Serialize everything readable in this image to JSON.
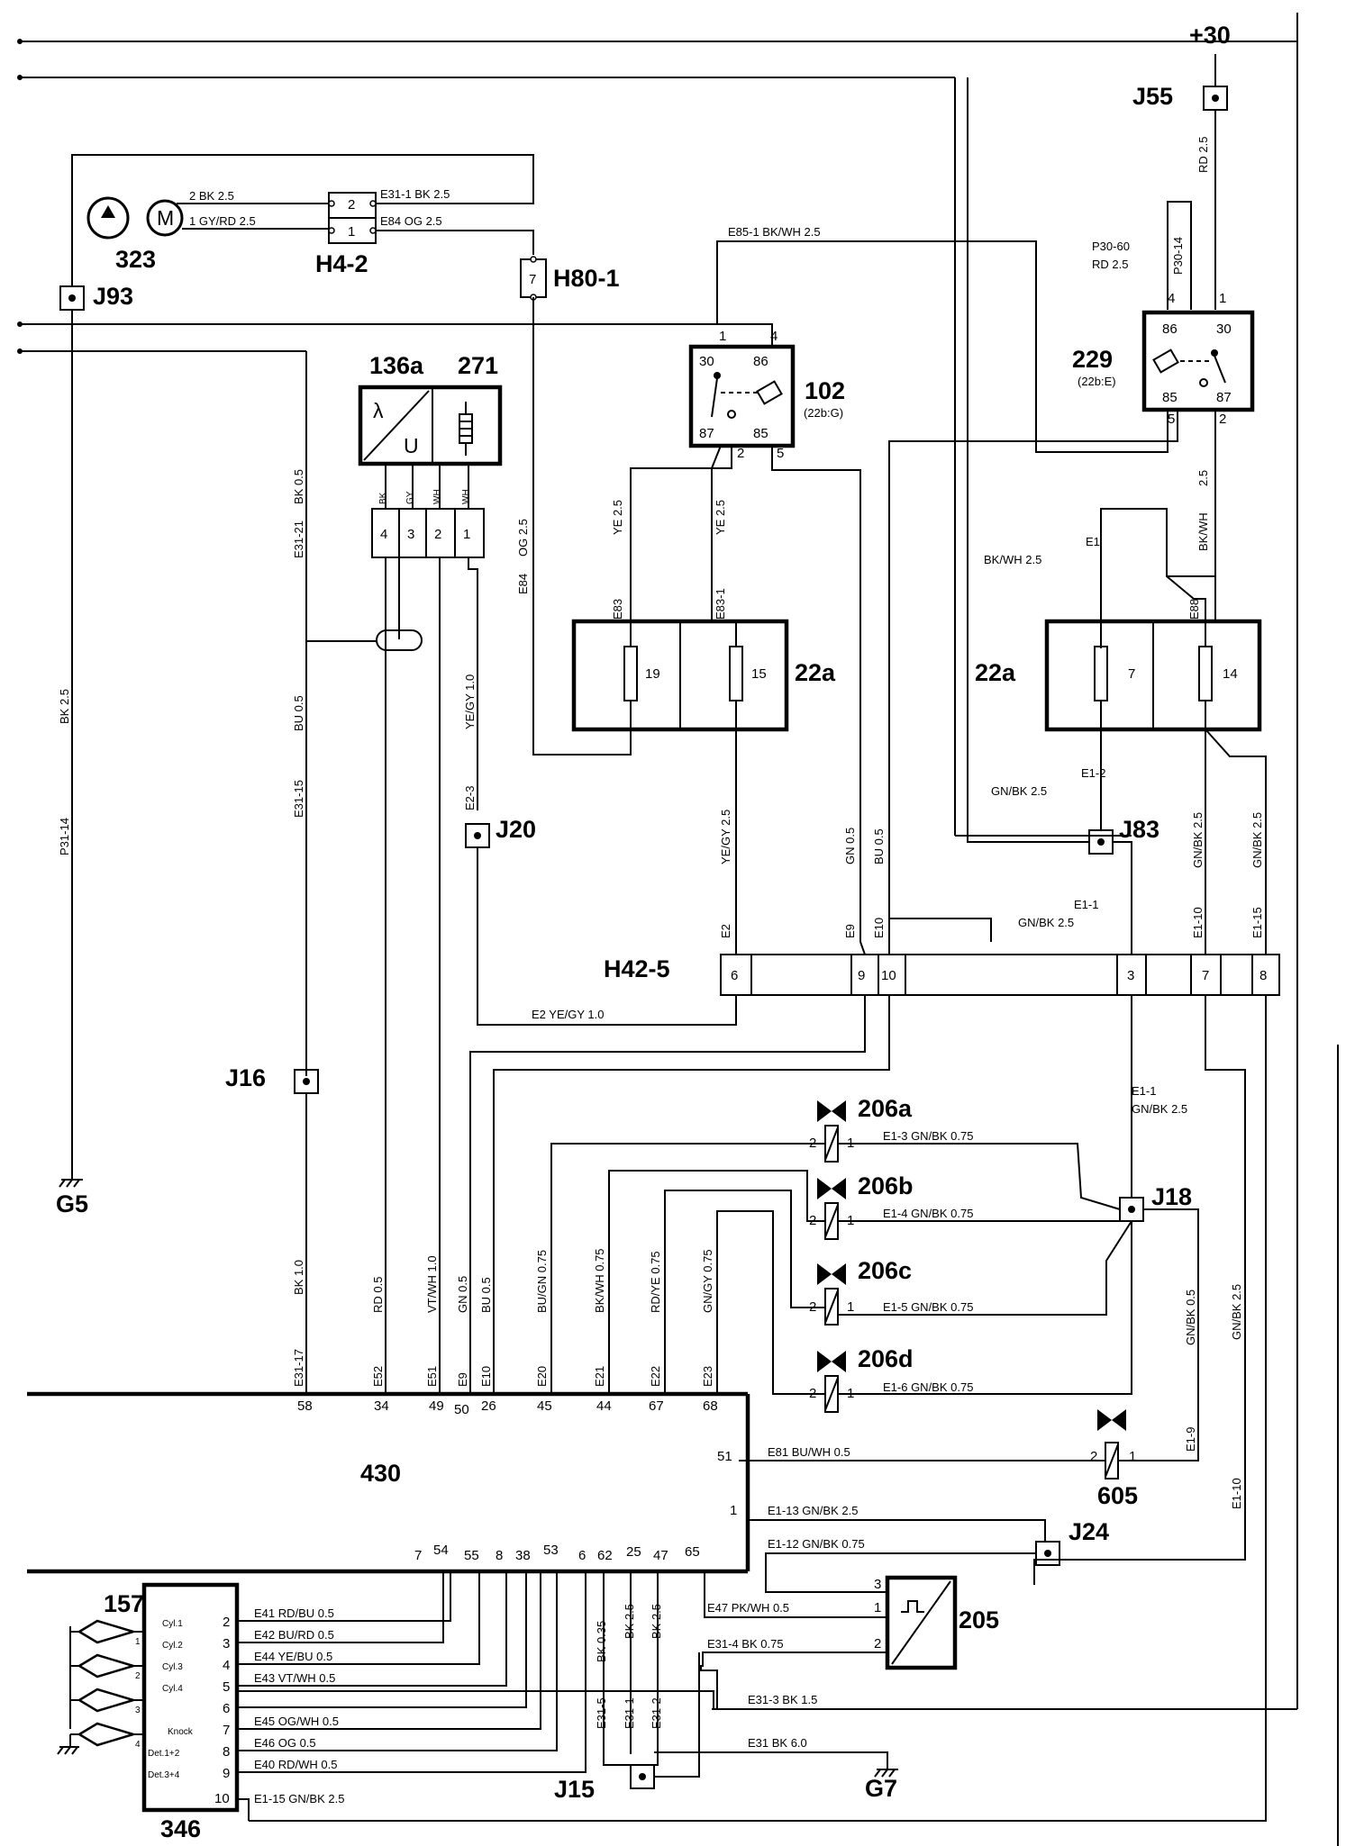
{
  "power": {
    "label": "+30"
  },
  "components": {
    "fuel_pump": {
      "id": "323"
    },
    "connector_h4_2": {
      "id": "H4-2",
      "pins": [
        "2",
        "1"
      ]
    },
    "connector_h80_1": {
      "id": "H80-1",
      "pin": "7"
    },
    "sensor_136a": {
      "id": "136a",
      "symbol_top": "λ",
      "symbol_bottom": "U"
    },
    "heater_271": {
      "id": "271"
    },
    "sensor_connector": {
      "pins": [
        "4",
        "3",
        "2",
        "1"
      ],
      "colors": [
        "BK",
        "GY",
        "WH",
        "WH"
      ]
    },
    "relay_102": {
      "id": "102",
      "ref": "(22b:G)",
      "pins": [
        "30",
        "86",
        "87",
        "85"
      ],
      "term": [
        "1",
        "4",
        "2",
        "5"
      ]
    },
    "relay_229": {
      "id": "229",
      "ref": "(22b:E)",
      "pins": [
        "86",
        "30",
        "85",
        "87"
      ],
      "term": [
        "4",
        "1",
        "5",
        "2"
      ]
    },
    "fusebox_left": {
      "id": "22a",
      "fuses": [
        "19",
        "15"
      ]
    },
    "fusebox_right": {
      "id": "22a",
      "fuses": [
        "7",
        "14"
      ]
    },
    "connector_h42_5": {
      "id": "H42-5",
      "pins": [
        "6",
        "9",
        "10",
        "3",
        "7",
        "8"
      ]
    },
    "injectors": [
      {
        "id": "206a"
      },
      {
        "id": "206b"
      },
      {
        "id": "206c"
      },
      {
        "id": "206d"
      }
    ],
    "injector_pins": [
      "2",
      "1"
    ],
    "valve_605": {
      "id": "605",
      "pins": [
        "2",
        "1"
      ]
    },
    "ecu_430": {
      "id": "430",
      "top_pins": [
        "58",
        "34",
        "49",
        "50",
        "26",
        "45",
        "44",
        "67",
        "68"
      ],
      "right_pins": [
        "51",
        "1"
      ],
      "bottom_pins": [
        "7",
        "54",
        "55",
        "8",
        "38",
        "53",
        "6",
        "62",
        "25",
        "47",
        "65"
      ]
    },
    "sensor_205": {
      "id": "205",
      "pins": [
        "3",
        "1",
        "2"
      ]
    },
    "ignition_346": {
      "id": "346",
      "rows": [
        {
          "name": "Cyl.1",
          "pin": "2"
        },
        {
          "name": "Cyl.2",
          "pin": "3"
        },
        {
          "name": "Cyl.3",
          "pin": "4"
        },
        {
          "name": "Cyl.4",
          "pin": "5"
        },
        {
          "name": "",
          "pin": "6"
        },
        {
          "name": "Knock",
          "pin": "7"
        },
        {
          "name": "Det.1+2",
          "pin": "8"
        },
        {
          "name": "Det.3+4",
          "pin": "9"
        },
        {
          "name": "",
          "pin": "10"
        }
      ]
    },
    "knock_157": {
      "id": "157",
      "pins": [
        "1",
        "2",
        "3",
        "4"
      ]
    }
  },
  "junctions": [
    "J55",
    "J93",
    "J20",
    "J83",
    "J16",
    "J18",
    "J24",
    "J15"
  ],
  "grounds": [
    "G5",
    "G7"
  ],
  "wires": {
    "pump_bk": "2  BK  2.5",
    "pump_gy": "1  GY/RD  2.5",
    "e31_1": "E31-1   BK  2.5",
    "e84_top": "E84   OG  2.5",
    "e85_1": "E85-1   BK/WH  2.5",
    "j55_rd": "RD  2.5",
    "p30_14": "P30-14",
    "p30_60": "P30-60",
    "p30_60_rd": "RD  2.5",
    "e31_21": "E31-21",
    "bk_05": "BK  0.5",
    "e84_v": "E84",
    "og_25": "OG  2.5",
    "e83": "E83",
    "ye_25_a": "YE  2.5",
    "e83_1": "E83-1",
    "ye_25_b": "YE  2.5",
    "r229_out": "2.5",
    "bkwh_v": "BK/WH",
    "e88": "E88",
    "e1_label": "E1",
    "e1_bkwh": "BK/WH  2.5",
    "p31_14": "P31-14",
    "bk_25_v": "BK  2.5",
    "e31_15": "E31-15",
    "bu_05": "BU  0.5",
    "yegy_10": "YE/GY  1.0",
    "e2_3": "E2-3",
    "e2_v": "E2",
    "yegy_25": "YE/GY  2.5",
    "e9_v": "E9",
    "gn_05": "GN  0.5",
    "e10_v": "E10",
    "bu_05b": "BU  0.5",
    "e1_2": "E1-2",
    "e1_2_gnbk": "GN/BK  2.5",
    "e1_1": "E1-1",
    "e1_1_gnbk": "GN/BK  2.5",
    "e1_10": "E1-10",
    "gnbk_25_a": "GN/BK  2.5",
    "e1_15": "E1-15",
    "gnbk_25_b": "GN/BK  2.5",
    "e2_yegy": "E2   YE/GY  1.0",
    "e1_1b": "E1-1",
    "e1_1b_gnbk": "GN/BK  2.5",
    "e1_3": "E1-3      GN/BK  0.75",
    "e1_4": "E1-4      GN/BK  0.75",
    "e1_5": "E1-5      GN/BK  0.75",
    "e1_6": "E1-6      GN/BK  0.75",
    "e1_9": "E1-9",
    "gnbk_05": "GN/BK  0.5",
    "e1_10b": "E1-10",
    "gnbk_25_c": "GN/BK  2.5",
    "e31_17": "E31-17",
    "bk_10": "BK  1.0",
    "e52": "E52",
    "rd_05": "RD  0.5",
    "e51": "E51",
    "vtwh_10": "VT/WH  1.0",
    "e9b": "E9",
    "gn_05b": "GN  0.5",
    "e10b": "E10",
    "bu_05c": "BU  0.5",
    "e20": "E20",
    "bugn": "BU/GN  0.75",
    "e21": "E21",
    "bkwh_075": "BK/WH  0.75",
    "e22": "E22",
    "rdye": "RD/YE  0.75",
    "e23": "E23",
    "gngy": "GN/GY  0.75",
    "e81": "E81   BU/WH  0.5",
    "e1_13": "E1-13     GN/BK  2.5",
    "e1_12": "E1-12     GN/BK  0.75",
    "e47": "E47   PK/WH  0.5",
    "e31_4": "E31-4    BK  0.75",
    "e31_3": "E31-3    BK  1.5",
    "e31_g7": "E31   BK  6.0",
    "e41": "E41   RD/BU  0.5",
    "e42": "E42   BU/RD  0.5",
    "e44": "E44   YE/BU  0.5",
    "e43": "E43   VT/WH  0.5",
    "e45": "E45   OG/WH  0.5",
    "e46": "E46   OG  0.5",
    "e40": "E40   RD/WH  0.5",
    "e1_15b": "E1-15     GN/BK  2.5",
    "bk_035": "BK  0.35",
    "bk_25_c": "BK  2.5",
    "bk_25_d": "BK  2.5",
    "e31_5": "E31-5",
    "e31_1b": "E31-1",
    "e31_2": "E31-2"
  }
}
